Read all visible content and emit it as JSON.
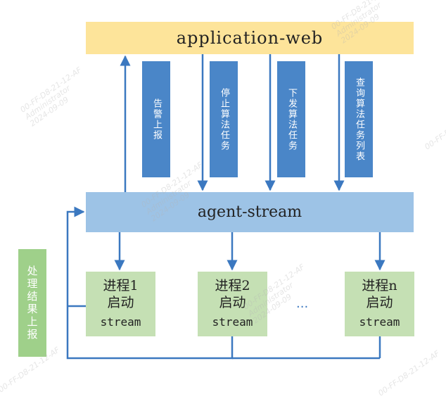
{
  "top_box": {
    "label": "application-web"
  },
  "middle_box": {
    "label": "agent-stream"
  },
  "actions": [
    {
      "label": "告警上报"
    },
    {
      "label": "停止算法任务"
    },
    {
      "label": "下发算法任务"
    },
    {
      "label": "查询算法任务列表"
    }
  ],
  "processes": [
    {
      "line1": "进程1",
      "line2": "启动",
      "line3": "stream"
    },
    {
      "line1": "进程2",
      "line2": "启动",
      "line3": "stream"
    },
    {
      "line1": "进程n",
      "line2": "启动",
      "line3": "stream"
    }
  ],
  "ellipsis": "...",
  "side_label": "处理结果上报",
  "watermark": {
    "line1": "00-FF-D8-21-12-AF",
    "line2": "Administrator",
    "line3": "2024-09-09"
  },
  "colors": {
    "top_box": "#fde49a",
    "middle_box": "#9dc3e6",
    "action_box": "#4a86c8",
    "process_box": "#c5e0b4",
    "side_box": "#9fd08a",
    "arrow": "#3b78c0"
  }
}
